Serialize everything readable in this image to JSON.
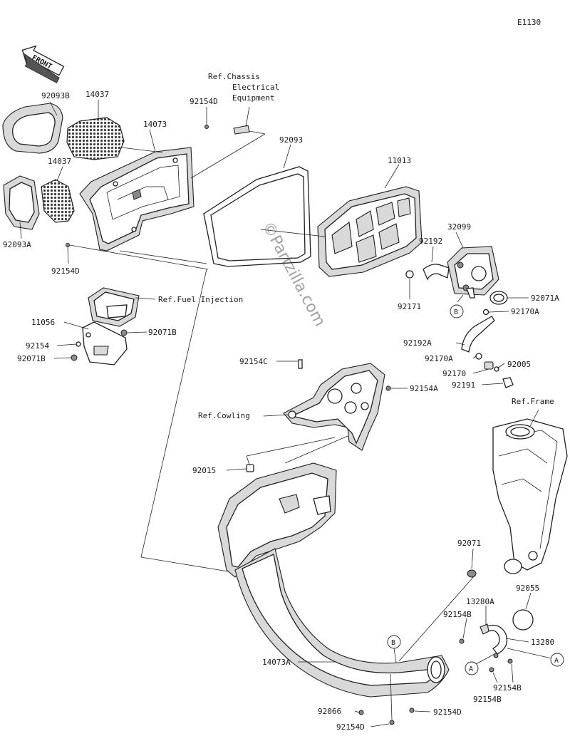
{
  "diagram_id": "E1130",
  "front_label": "FRONT",
  "watermark": "©Partzilla.com",
  "refs": {
    "chassis": [
      "Ref.Chassis",
      "Electrical",
      "Equipment"
    ],
    "fuel": "Ref.Fuel Injection",
    "cowling": "Ref.Cowling",
    "frame": "Ref.Frame"
  },
  "parts": {
    "p92093B": "92093B",
    "p14037a": "14037",
    "p14073": "14073",
    "p14037b": "14037",
    "p92093A": "92093A",
    "p92154D_left": "92154D",
    "p92154D_top": "92154D",
    "p92093": "92093",
    "p11013": "11013",
    "p32099": "32099",
    "p92192": "92192",
    "p92171": "92171",
    "p92071A": "92071A",
    "p92170A_1": "92170A",
    "p92192A": "92192A",
    "p92170A_2": "92170A",
    "p92005": "92005",
    "p92170": "92170",
    "p92191": "92191",
    "p11056": "11056",
    "p92071B_r": "92071B",
    "p92154": "92154",
    "p92071B_l": "92071B",
    "p92154C": "92154C",
    "p92154A": "92154A",
    "p92015": "92015",
    "p92071": "92071",
    "p92055": "92055",
    "p13280A": "13280A",
    "p92154B_1": "92154B",
    "p13280": "13280",
    "p14073A": "14073A",
    "p92154B_2": "92154B",
    "p92154B_3": "92154B",
    "p92066": "92066",
    "p92154D_b1": "92154D",
    "p92154D_b2": "92154D"
  },
  "callouts": {
    "b_upper": "B",
    "b_lower": "B",
    "a_left": "A",
    "a_right": "A"
  }
}
